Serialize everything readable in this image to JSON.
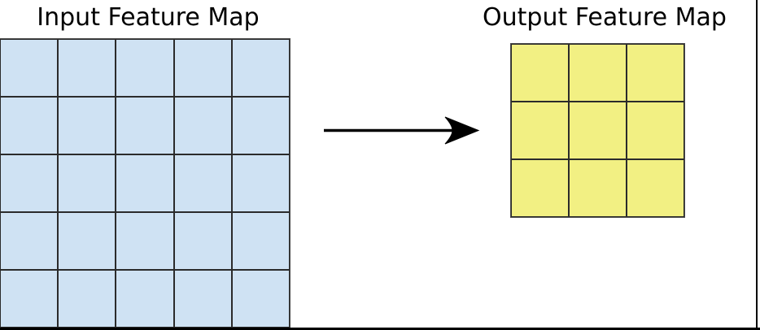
{
  "diagram": {
    "background_color": "#ffffff",
    "frame_color": "#000000",
    "grid_line_color": "#2b2b2b",
    "input_map": {
      "title": "Input Feature Map",
      "rows": 5,
      "cols": 5,
      "cell_color": "#cfe2f3"
    },
    "output_map": {
      "title": "Output Feature Map",
      "rows": 3,
      "cols": 3,
      "cell_color": "#f2f083"
    },
    "arrow": {
      "direction": "right",
      "color": "#000000"
    }
  }
}
